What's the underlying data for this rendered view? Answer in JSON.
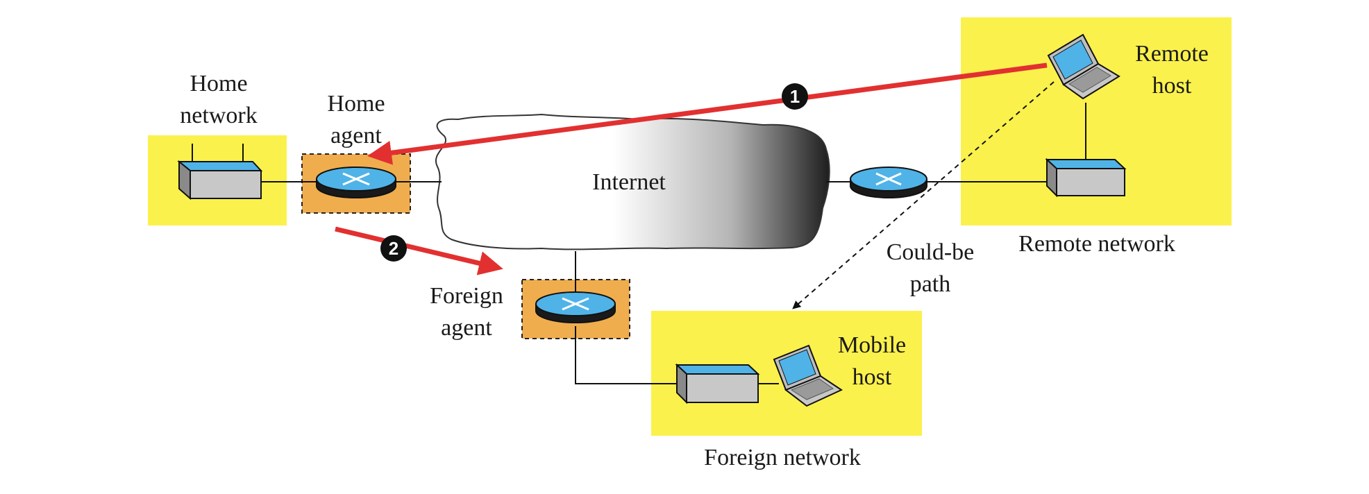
{
  "labels": {
    "home_network": [
      "Home",
      "network"
    ],
    "home_agent": [
      "Home",
      "agent"
    ],
    "internet": "Internet",
    "remote_host": [
      "Remote",
      "host"
    ],
    "remote_network": "Remote network",
    "could_be_path": [
      "Could-be",
      "path"
    ],
    "foreign_agent": [
      "Foreign",
      "agent"
    ],
    "mobile_host": [
      "Mobile",
      "host"
    ],
    "foreign_network": "Foreign network"
  },
  "steps": [
    "1",
    "2"
  ],
  "colors": {
    "network_box": "#fbf14c",
    "agent_box": "#f0ad4e",
    "router_top": "#4fb3e8",
    "arrow": "#e23030",
    "device_grey": "#c8c8c8"
  }
}
